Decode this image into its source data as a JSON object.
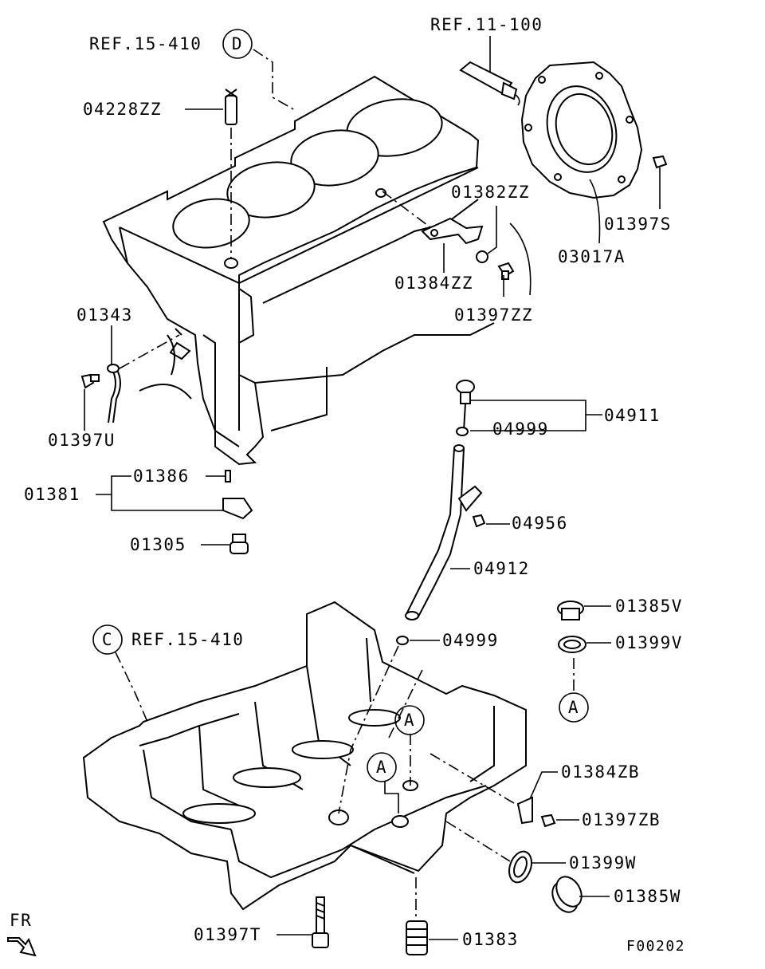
{
  "diagram": {
    "code": "F00202",
    "direction_label": "FR",
    "references": {
      "ref_d": "REF.15-410",
      "ref_c": "REF.15-410",
      "ref_top": "REF.11-100"
    },
    "markers": {
      "d": "D",
      "c": "C",
      "a": "A"
    },
    "labels": {
      "p04228ZZ": "04228ZZ",
      "p01343": "01343",
      "p01397U": "01397U",
      "p01382ZZ": "01382ZZ",
      "p01384ZZ": "01384ZZ",
      "p01397ZZ": "01397ZZ",
      "p01397S": "01397S",
      "p03017A": "03017A",
      "p04911": "04911",
      "p04999_top": "04999",
      "p04956": "04956",
      "p04912": "04912",
      "p04999_bottom": "04999",
      "p01381": "01381",
      "p01386": "01386",
      "p01305": "01305",
      "p01385V": "01385V",
      "p01399V": "01399V",
      "p01384ZB": "01384ZB",
      "p01397ZB": "01397ZB",
      "p01399W": "01399W",
      "p01385W": "01385W",
      "p01397T": "01397T",
      "p01383": "01383"
    }
  }
}
